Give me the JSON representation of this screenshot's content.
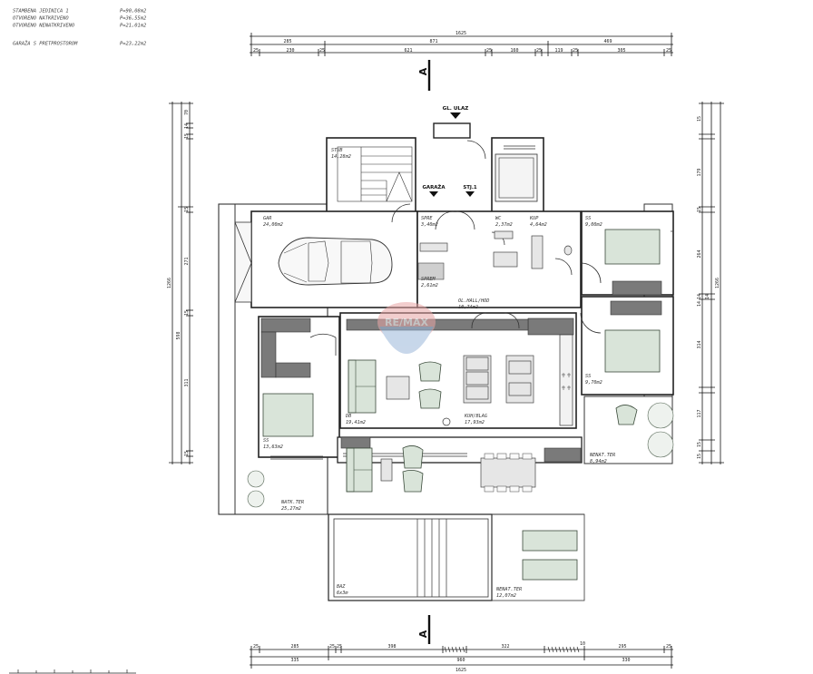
{
  "summary": [
    {
      "name": "STAMBENA JEDINICA 1",
      "area": "P=90,08m2"
    },
    {
      "name": "OTVORENO NATKRIVENO",
      "area": "P=36,55m2"
    },
    {
      "name": "OTVORENO NENATKRIVENO",
      "area": "P=21,01m2"
    },
    {
      "name": "GARAŽA S PRETPROSTOROM",
      "area": "P=23,22m2"
    }
  ],
  "dimensions": {
    "top_total": "1625",
    "top_row1": [
      "285",
      "871",
      "469"
    ],
    "top_row2": [
      "25",
      "230",
      "25",
      "621",
      "25",
      "160",
      "25",
      "119",
      "25",
      "305",
      "25"
    ],
    "bottom_row1": [
      "25",
      "285",
      "25",
      "25",
      "398",
      "322",
      "10",
      "295",
      "25"
    ],
    "bottom_row2": [
      "335",
      "960",
      "330"
    ],
    "bottom_total": "1625",
    "left_total": "1266",
    "left_parts": [
      "70",
      "14",
      "15",
      "15",
      "271",
      "598",
      "15",
      "311",
      "15"
    ],
    "right_total": "1266",
    "right_parts": [
      "15",
      "179",
      "15",
      "264",
      "14",
      "14",
      "14",
      "314",
      "117",
      "15",
      "15"
    ]
  },
  "section_marks": {
    "top": "A",
    "bottom": "A"
  },
  "markers": {
    "main_entrance": "GL. ULAZ",
    "garage": "GARAŽA",
    "stair": "STJ.1"
  },
  "rooms": [
    {
      "id": "stub",
      "name": "STUB",
      "area": "14,28m2"
    },
    {
      "id": "gar",
      "name": "GAR",
      "area": "24,00m2"
    },
    {
      "id": "sprem-top",
      "name": "SPRE",
      "area": "3,40m2"
    },
    {
      "id": "wc",
      "name": "WC",
      "area": "2,37m2"
    },
    {
      "id": "kup",
      "name": "KUP",
      "area": "4,64m2"
    },
    {
      "id": "ss1",
      "name": "SS",
      "area": "9,00m2"
    },
    {
      "id": "sprem",
      "name": "SPREM",
      "area": "2,61m2"
    },
    {
      "id": "hall",
      "name": "OL.HALL/HOD",
      "area": "10,74m2"
    },
    {
      "id": "ss2",
      "name": "SS",
      "area": "9,70m2"
    },
    {
      "id": "db",
      "name": "DB",
      "area": "19,41m2"
    },
    {
      "id": "kuh",
      "name": "KUH/BLAG",
      "area": "17,93m2"
    },
    {
      "id": "ss3",
      "name": "SS",
      "area": "13,63m2"
    },
    {
      "id": "nenat-right",
      "name": "NENAT.TER",
      "area": "8,94m2"
    },
    {
      "id": "natk",
      "name": "NATK.TER",
      "area": "25,27m2"
    },
    {
      "id": "baz",
      "name": "BAZ",
      "area": "6x3m"
    },
    {
      "id": "nenat-bottom",
      "name": "NENAT.TER",
      "area": "12,07m2"
    }
  ],
  "watermark_text": "RE/MAX"
}
